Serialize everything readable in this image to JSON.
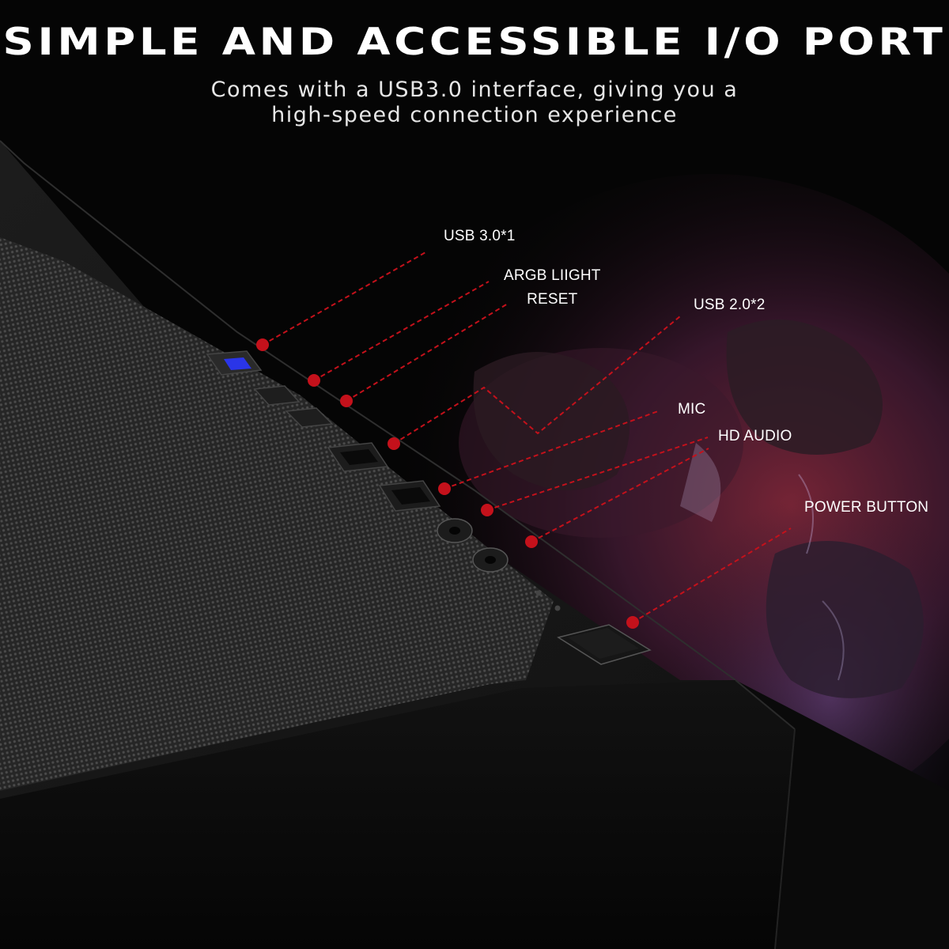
{
  "header": {
    "title": "SIMPLE AND ACCESSIBLE I/O PORT",
    "subtitle_line1": "Comes with a USB3.0 interface, giving you a",
    "subtitle_line2": "high-speed connection experience"
  },
  "callouts": {
    "usb3": "USB 3.0*1",
    "argb_line1": "ARGB LIIGHT",
    "argb_line2": "RESET",
    "usb2": "USB 2.0*2",
    "mic": "MIC",
    "hd_audio": "HD AUDIO",
    "power": "POWER BUTTON"
  },
  "colors": {
    "background": "#050505",
    "case_body": "#161616",
    "mesh": "#3a3a3a",
    "accent_red": "#c4111b",
    "usb3_blue": "#2a35e8",
    "text": "#ffffff"
  }
}
